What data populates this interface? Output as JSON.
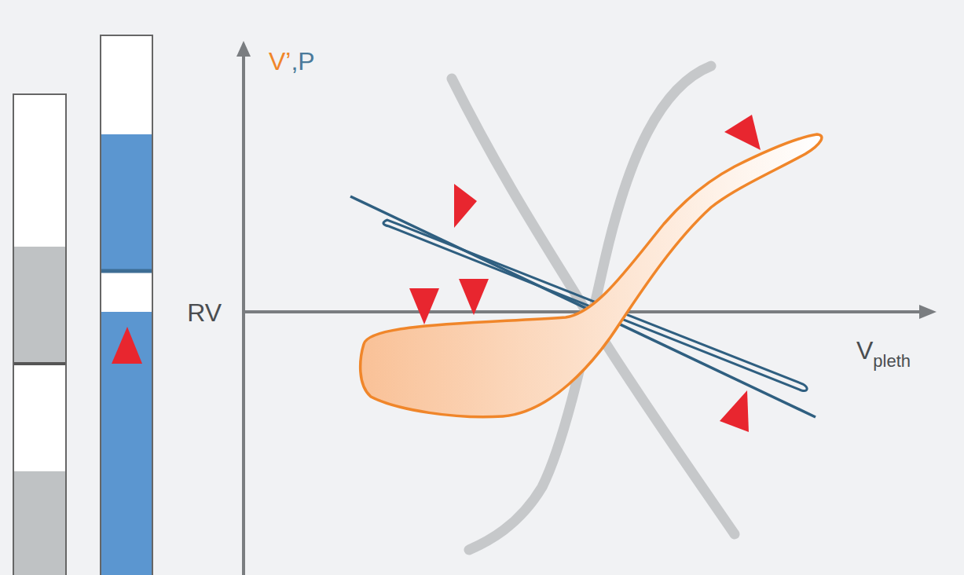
{
  "diagram": {
    "labels": [
      "V’",
      ",P",
      "RV",
      "V",
      "pleth"
    ]
  }
}
